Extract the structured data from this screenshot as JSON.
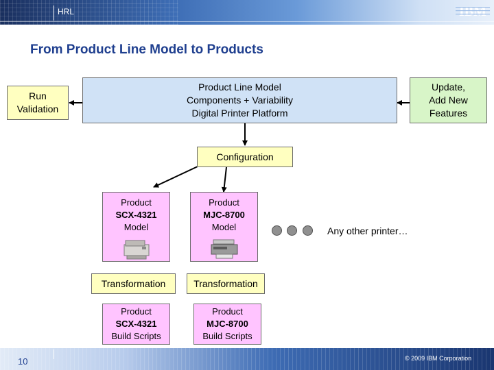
{
  "header": {
    "label": "HRL",
    "logo_text": "IBM"
  },
  "title": "From Product Line Model to Products",
  "run_validation": [
    "Run",
    "Validation"
  ],
  "plm": [
    "Product Line Model",
    "Components + Variability",
    "Digital Printer Platform"
  ],
  "update": [
    "Update,",
    "Add New",
    "Features"
  ],
  "configuration": "Configuration",
  "product_model_1": {
    "line1": "Product",
    "name": "SCX-4321",
    "line3": "Model"
  },
  "product_model_2": {
    "line1": "Product",
    "name": "MJC-8700",
    "line3": "Model"
  },
  "any_other": "Any other printer…",
  "transformation_1": "Transformation",
  "transformation_2": "Transformation",
  "build_1": {
    "line1": "Product",
    "name": "SCX-4321",
    "line3": "Build Scripts"
  },
  "build_2": {
    "line1": "Product",
    "name": "MJC-8700",
    "line3": "Build Scripts"
  },
  "footer": {
    "page_number": "10",
    "copyright": "© 2009 IBM Corporation"
  },
  "colors": {
    "title": "#1f3f8f",
    "yellow_box": "#ffffc0",
    "blue_box": "#d0e2f6",
    "green_box": "#d8f5c8",
    "pink_box": "#ffc4ff"
  }
}
